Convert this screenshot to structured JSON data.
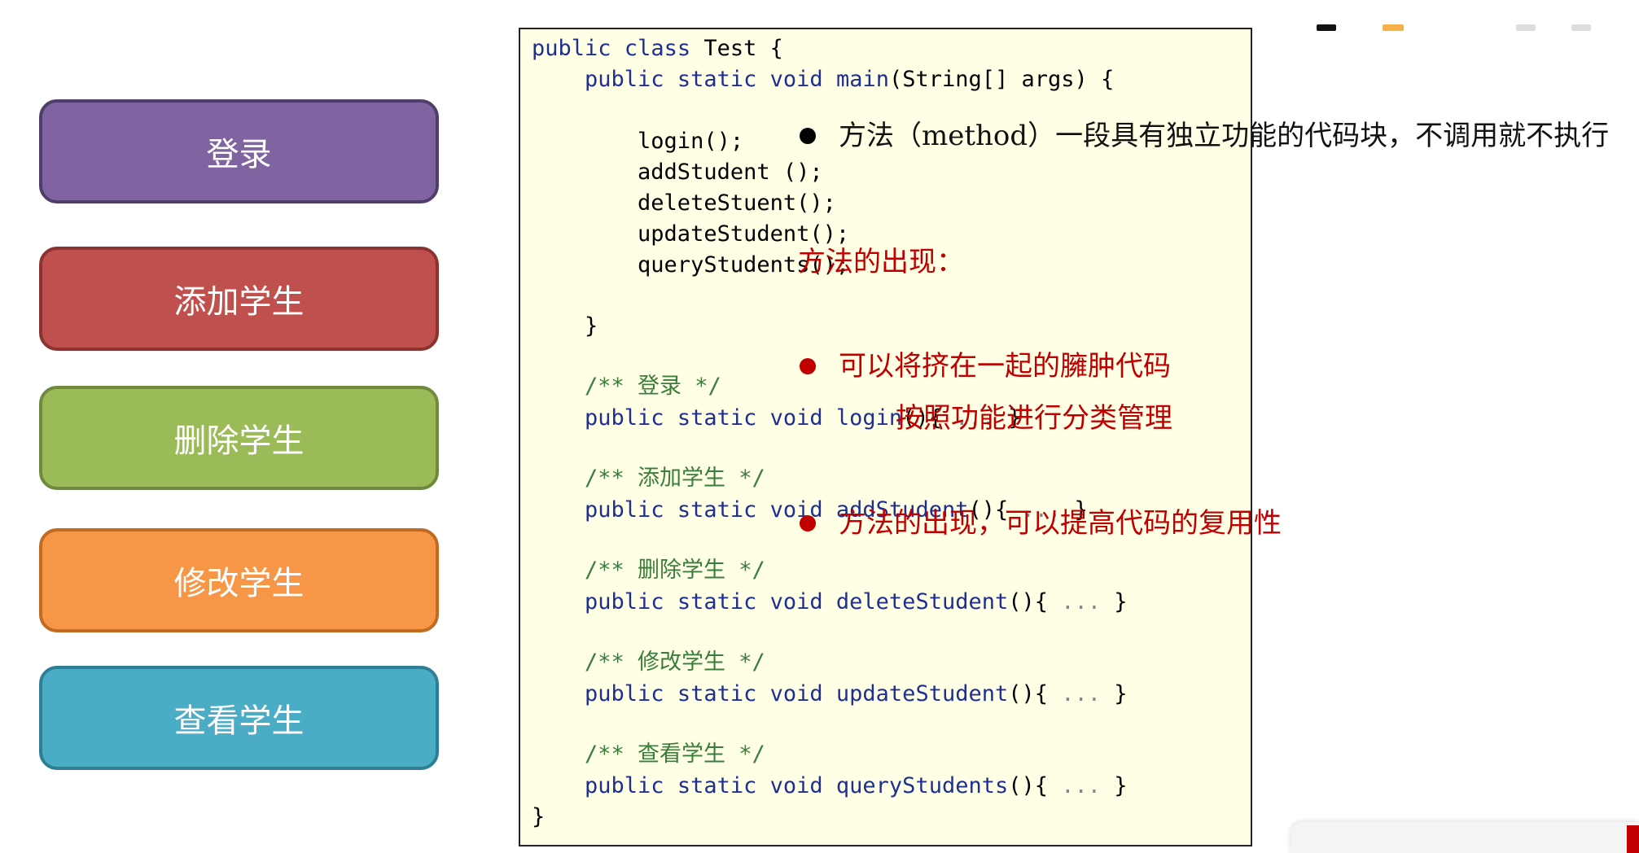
{
  "sidebar": {
    "buttons": [
      {
        "label": "登录",
        "color": "#8064a2"
      },
      {
        "label": "添加学生",
        "color": "#c0504d"
      },
      {
        "label": "删除学生",
        "color": "#9bbb59"
      },
      {
        "label": "修改学生",
        "color": "#f79646"
      },
      {
        "label": "查看学生",
        "color": "#4bacc6"
      }
    ]
  },
  "code": {
    "l01": [
      "public",
      " ",
      "class",
      " Test {"
    ],
    "l02": [
      "    ",
      "public",
      " ",
      "static",
      " ",
      "void",
      " ",
      "main",
      "(String[] args) {"
    ],
    "l04": "        login();",
    "l05": "        addStudent ();",
    "l06": "        deleteStuent();",
    "l07": "        updateStudent();",
    "l08": "        queryStudents();",
    "l10": "    }",
    "c_login": "    /** 登录 */",
    "m_login": [
      "    ",
      "public static void",
      " ",
      "login",
      "(){ ",
      "...",
      " }"
    ],
    "c_add": "    /** 添加学生 */",
    "m_add": [
      "    ",
      "public static void",
      " ",
      "addStudent",
      "(){ ",
      "...",
      " }"
    ],
    "c_del": "    /** 删除学生 */",
    "m_del": [
      "    ",
      "public static void",
      " ",
      "deleteStudent",
      "(){ ",
      "...",
      " }"
    ],
    "c_upd": "    /** 修改学生 */",
    "m_upd": [
      "    ",
      "public static void",
      " ",
      "updateStudent",
      "(){ ",
      "...",
      " }"
    ],
    "c_qry": "    /** 查看学生 */",
    "m_qry": [
      "    ",
      "public static void",
      " ",
      "queryStudents",
      "(){ ",
      "...",
      " }"
    ],
    "close": "}"
  },
  "notes": {
    "definition": "方法（method）一段具有独立功能的代码块，不调用就不执行",
    "heading": "方法的出现：",
    "point1_line1": "可以将挤在一起的臃肿代码",
    "point1_line2": "按照功能进行分类管理",
    "point2": "方法的出现，可以提高代码的复用性"
  },
  "colors": {
    "keyword": "#1f2f8f",
    "comment": "#3a7d3a",
    "note_red": "#c00000",
    "code_bg": "#ffffe6"
  }
}
